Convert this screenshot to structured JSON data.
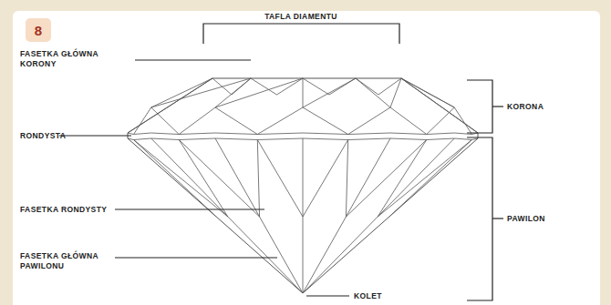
{
  "diagram": {
    "nodes": [
      {
        "text": [
          "8"
        ]
      }
    ],
    "labels": [
      "TAFLA DIAMENTU",
      "FASETKA GŁÓWNA KORONY",
      "RONDYSTA",
      "FASETKA RONDYSTY",
      "FASETKA GŁÓWNA PAWILONU",
      "KOLET",
      "KORONA",
      "PAWILON"
    ]
  }
}
